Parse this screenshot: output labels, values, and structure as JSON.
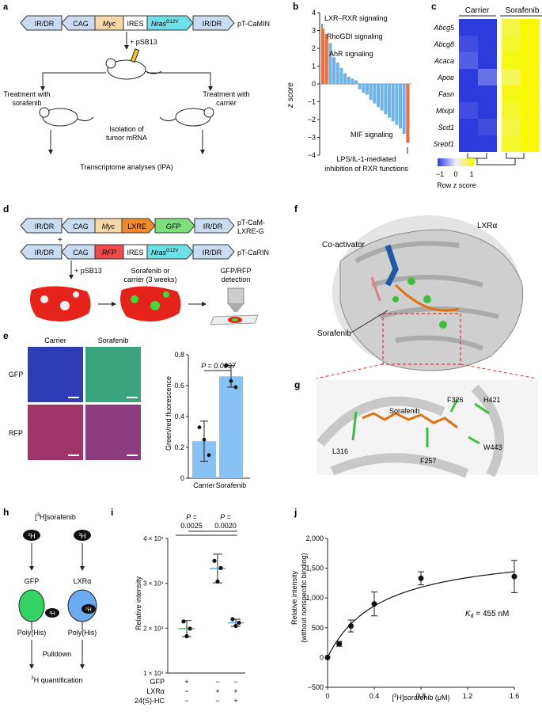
{
  "panel_labels": {
    "a": "a",
    "b": "b",
    "c": "c",
    "d": "d",
    "e": "e",
    "f": "f",
    "g": "g",
    "h": "h",
    "i": "i",
    "j": "j"
  },
  "a": {
    "construct": [
      "IR/DR",
      "CAG",
      "Myc",
      "IRES",
      "Nras",
      "G12V",
      "IR/DR"
    ],
    "construct_name": "pT-CaMIN",
    "psb": "+ pSB13",
    "left_label": [
      "Treatment with",
      "sorafenib"
    ],
    "right_label": [
      "Treatment with",
      "carrier"
    ],
    "mid_label": [
      "Isolation of",
      "tumor mRNA"
    ],
    "bottom_label": "Transcriptome analyses (IPA)"
  },
  "b": {
    "ylabel": "z score",
    "yticks": [
      "4",
      "3",
      "2",
      "1",
      "0",
      "−1",
      "−2",
      "−3",
      "−4"
    ],
    "annotations": [
      "LXR–RXR signaling",
      "RhoGDI signaling",
      "AhR signaling",
      "MIF signaling"
    ],
    "bottom_label": [
      "LPS/IL-1-mediated",
      "inhibition of RXR functions"
    ],
    "colors": {
      "highlight": "#f26b3a",
      "bar": "#6fb4e8"
    }
  },
  "c": {
    "groups": [
      "Carrier",
      "Sorafenib"
    ],
    "genes": [
      "Abcg5",
      "Abcg8",
      "Acaca",
      "Apoe",
      "Fasn",
      "Mlxipl",
      "Scd1",
      "Srebf1"
    ],
    "scale_ticks": [
      "−1",
      "0",
      "1"
    ],
    "scale_label": "Row z score",
    "values": [
      [
        -1.0,
        -1.1,
        0.7,
        1.0
      ],
      [
        -0.9,
        -1.0,
        0.8,
        1.1
      ],
      [
        -0.8,
        -1.0,
        0.9,
        1.0
      ],
      [
        -1.0,
        -0.7,
        0.6,
        1.0
      ],
      [
        -1.0,
        -1.1,
        0.9,
        1.0
      ],
      [
        -0.9,
        -1.0,
        0.8,
        1.0
      ],
      [
        -1.0,
        -0.9,
        0.7,
        1.0
      ],
      [
        -1.0,
        -1.1,
        0.8,
        1.0
      ]
    ]
  },
  "d": {
    "construct1": [
      "IR/DR",
      "CAG",
      "Myc",
      "LXRE",
      "GFP",
      "IR/DR"
    ],
    "construct1_name": [
      "pT-CaM-",
      "LXRE-G"
    ],
    "plus": "+",
    "construct2": [
      "IR/DR",
      "CAG",
      "RFP",
      "IRES",
      "Nras",
      "G12V",
      "IR/DR"
    ],
    "construct2_name": "pT-CaRIN",
    "psb": "+ pSB13",
    "treat_label": [
      "Sorafenib or",
      "carrier (3 weeks)"
    ],
    "detect_label": [
      "GFP/RFP",
      "detection"
    ]
  },
  "e": {
    "col_labels": [
      "Carrier",
      "Sorafenib"
    ],
    "row_labels": [
      "GFP",
      "RFP"
    ],
    "ylabel": "Green/red fluorescence",
    "yticks": [
      "0",
      "0.2",
      "0.4",
      "0.6",
      "0.8"
    ],
    "categories": [
      "Carrier",
      "Sorafenib"
    ],
    "pvalue": "P = 0.0097"
  },
  "f": {
    "lxr": "LXRα",
    "coactivator": "Co-activator",
    "sorafenib": "Sorafenib"
  },
  "g": {
    "residues": [
      "F326",
      "H421",
      "L316",
      "F257",
      "W443"
    ],
    "sorafenib": "Sorafenib"
  },
  "h": {
    "top": "[3H]sorafenib",
    "gfp": "GFP",
    "lxr": "LXRα",
    "polyhis": "Poly(His)",
    "pulldown": "Pulldown",
    "quant": "3H quantification"
  },
  "i": {
    "ylabel": "Relative intensity",
    "yticks": [
      "1 × 10⁴",
      "2 × 10⁴",
      "3 × 10⁴",
      "4 × 10⁴"
    ],
    "p1": [
      "P =",
      "0.0025"
    ],
    "p2": [
      "P =",
      "0.0020"
    ],
    "row_labels": [
      "GFP",
      "LXRα",
      "24(S)-HC"
    ],
    "signs": [
      [
        "+",
        "−",
        "−"
      ],
      [
        "−",
        "+",
        "+"
      ],
      [
        "−",
        "−",
        "+"
      ]
    ]
  },
  "j": {
    "ylabel": [
      "Relative intensity",
      "(without nonspecific binding)"
    ],
    "xlabel": "[3H]sorafenib (μM)",
    "kd": "Kd = 455 nM",
    "yticks": [
      "−500",
      "0",
      "500",
      "1,000",
      "1,500",
      "2,000"
    ],
    "xticks": [
      "0",
      "0.4",
      "0.8",
      "1.2",
      "1.6"
    ]
  },
  "chart_data": [
    {
      "type": "bar",
      "panel": "b",
      "ylabel": "z score",
      "ylim": [
        -4,
        4
      ],
      "values": [
        3.1,
        2.8,
        2.3,
        1.5,
        1.2,
        0.9,
        0.6,
        0.4,
        0.3,
        0.2,
        -0.3,
        -0.5,
        -0.6,
        -0.9,
        -1.1,
        -1.3,
        -1.5,
        -1.7,
        -1.9,
        -2.1,
        -2.3,
        -2.5,
        -2.8,
        -3.3
      ],
      "highlight": [
        0,
        1,
        23
      ]
    },
    {
      "type": "bar",
      "panel": "e",
      "categories": [
        "Carrier",
        "Sorafenib"
      ],
      "values": [
        0.24,
        0.66
      ],
      "errors": [
        0.13,
        0.07
      ],
      "points": [
        [
          0.33,
          0.25,
          0.15
        ],
        [
          0.73,
          0.63,
          0.59
        ]
      ],
      "ylabel": "Green/red fluorescence",
      "ylim": [
        0,
        0.8
      ]
    },
    {
      "type": "scatter",
      "panel": "i",
      "categories": [
        "GFP",
        "LXRα",
        "LXRα + 24(S)-HC"
      ],
      "ylabel": "Relative intensity",
      "ylim": [
        10000,
        40000
      ],
      "means": [
        19900,
        33300,
        21200
      ],
      "sd": [
        1800,
        3200,
        800
      ],
      "points": [
        [
          21500,
          18200,
          19900
        ],
        [
          35000,
          30400,
          33400
        ],
        [
          22000,
          20500,
          21200
        ]
      ]
    },
    {
      "type": "scatter",
      "panel": "j",
      "xlabel": "[3H]sorafenib (μM)",
      "ylabel": "Relative intensity (without nonspecific binding)",
      "xlim": [
        0,
        1.6
      ],
      "ylim": [
        -500,
        2000
      ],
      "x": [
        0,
        0.1,
        0.2,
        0.4,
        0.8,
        1.6
      ],
      "y": [
        0,
        230,
        530,
        900,
        1330,
        1360
      ],
      "err": [
        0,
        40,
        100,
        200,
        110,
        270
      ],
      "fit": {
        "bmax": 1850,
        "kd": 0.455
      }
    }
  ]
}
